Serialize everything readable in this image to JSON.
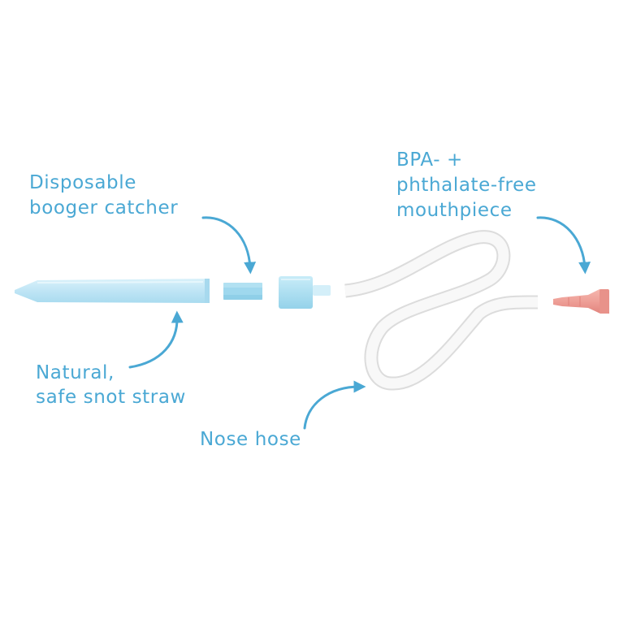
{
  "labels": {
    "booger_catcher": {
      "line1": "Disposable",
      "line2": "booger catcher"
    },
    "mouthpiece": {
      "line1": "BPA- +",
      "line2": "phthalate-free",
      "line3": "mouthpiece"
    },
    "snot_straw": {
      "line1": "Natural,",
      "line2": "safe snot straw"
    },
    "nose_hose": {
      "line1": "Nose hose"
    }
  },
  "colors": {
    "label": "#4aa8d4",
    "straw": "#c4e7f5",
    "filter": "#9fd8ee",
    "connector": "#b5e2f4",
    "hose": "#f7f7f7",
    "mouthpiece": "#ee9f97"
  }
}
